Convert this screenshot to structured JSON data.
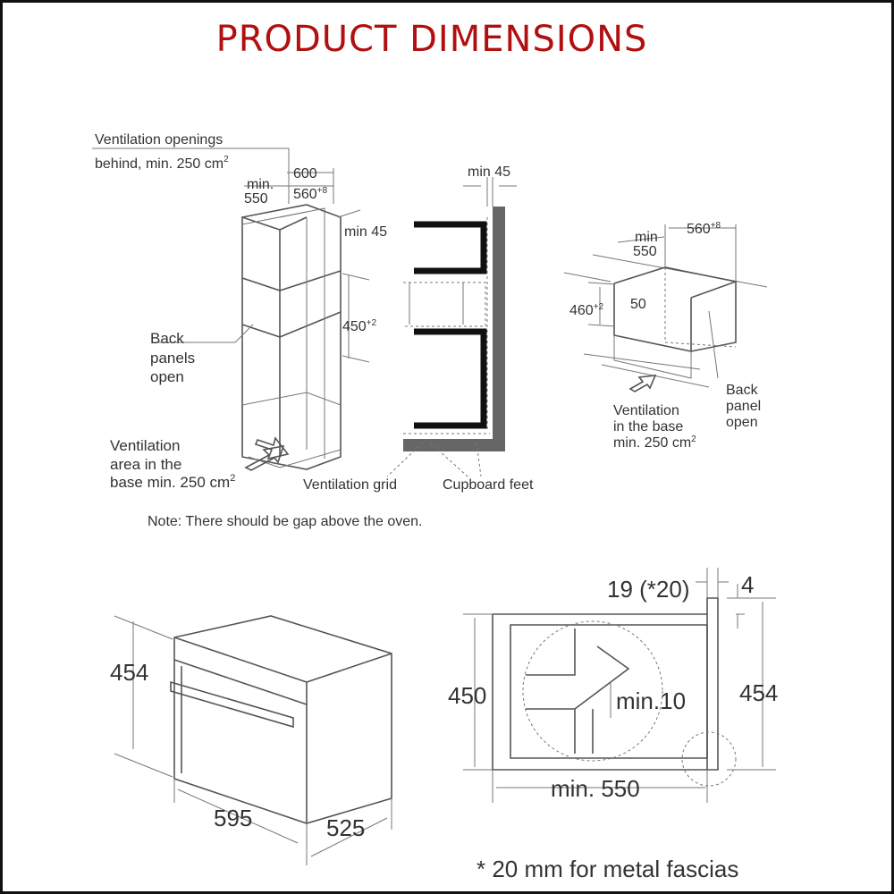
{
  "title": "PRODUCT DIMENSIONS",
  "tall_cabinet": {
    "vent_openings_line1": "Ventilation openings",
    "vent_openings_line2": "behind, min. 250 cm",
    "sup2": "2",
    "dim_600": "600",
    "dim_min": "min.",
    "dim_550": "550",
    "dim_560": "560",
    "dim_560_tol": "+8",
    "dim_min45": "min 45",
    "dim_450": "450",
    "dim_450_tol": "+2",
    "back_panels": [
      "Back",
      "panels",
      "open"
    ],
    "vent_area": [
      "Ventilation",
      "area in the",
      "base min. 250 cm"
    ]
  },
  "section": {
    "dim_min45": "min 45",
    "ventilation_grid": "Ventilation grid",
    "cupboard_feet": "Cupboard feet"
  },
  "note": "Note: There should be gap above the oven.",
  "under_counter": {
    "dim_min": "min",
    "dim_550": "550",
    "dim_560": "560",
    "dim_560_tol": "+8",
    "dim_460": "460",
    "dim_460_tol": "+2",
    "dim_50": "50",
    "back_panel": [
      "Back",
      "panel",
      "open"
    ],
    "vent_base": [
      "Ventilation",
      "in the base",
      "min. 250 cm"
    ]
  },
  "oven": {
    "height": "454",
    "width": "595",
    "depth": "525"
  },
  "side_view": {
    "fascia": "19 (*20)",
    "gap": "4",
    "height_450": "450",
    "height_454": "454",
    "min10": "min.10",
    "min550": "min. 550",
    "footnote": "* 20 mm for metal fascias"
  },
  "colors": {
    "title": "#b01010",
    "wall": "#666666"
  }
}
